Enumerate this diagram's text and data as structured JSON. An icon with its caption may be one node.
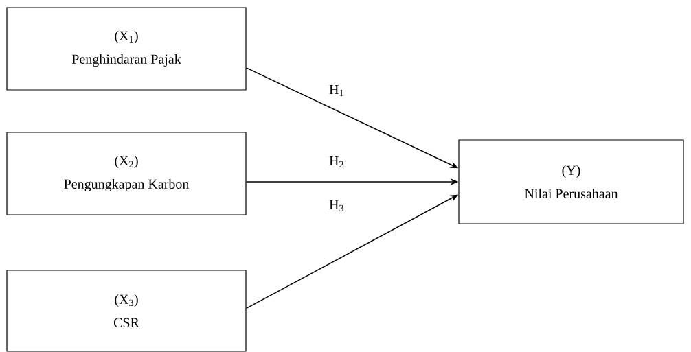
{
  "diagram": {
    "nodes": [
      {
        "text": [
          "(X$_{1}$)",
          "Penghindaran Pajak"
        ]
      },
      {
        "text": [
          "(X$_{2}$)",
          "Pengungkapan Karbon"
        ]
      },
      {
        "text": [
          "(X$_{3}$)",
          "CSR"
        ]
      },
      {
        "text": [
          "(Y)",
          "Nilai Perusahaan"
        ]
      }
    ],
    "edges": [
      {
        "from": 0,
        "to": 3,
        "arrow": "to",
        "label": "H$_{1}$"
      },
      {
        "from": 1,
        "to": 3,
        "arrow": "to",
        "label": "H$_{2}$"
      },
      {
        "from": 2,
        "to": 3,
        "arrow": "to",
        "label": "H$_{3}$"
      }
    ]
  }
}
